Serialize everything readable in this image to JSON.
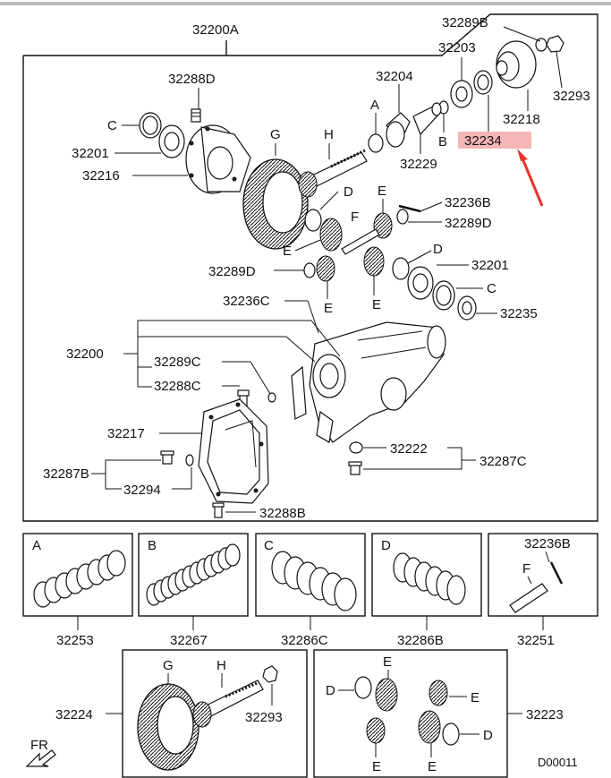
{
  "diagram": {
    "assembly": "32200A",
    "highlight_part": "32234",
    "highlight_color": "#f4b6b6",
    "arrow_color": "#e8342a",
    "footer_code": "D00011",
    "direction_label": "FR",
    "main_labels": {
      "p32289B": "32289B",
      "p32203": "32203",
      "p32293": "32293",
      "p32218": "32218",
      "p32204": "32204",
      "p32288D": "32288D",
      "letterA": "A",
      "letterC": "C",
      "p32201a": "32201",
      "p32216": "32216",
      "letterG": "G",
      "letterH": "H",
      "letterB": "B",
      "p32229": "32229",
      "letterD1": "D",
      "letterE1": "E",
      "p32236B": "32236B",
      "letterF": "F",
      "p32289Da": "32289D",
      "letterE2": "E",
      "letterD2": "D",
      "p32289Db": "32289D",
      "p32201b": "32201",
      "letterC2": "C",
      "p32235": "32235",
      "p32236C": "32236C",
      "letterE3": "E",
      "letterE4": "E",
      "p32200": "32200",
      "p32289C": "32289C",
      "p32288C": "32288C",
      "p32217": "32217",
      "p32222": "32222",
      "p32287C": "32287C",
      "p32287B": "32287B",
      "p32294": "32294",
      "p32288B": "32288B"
    },
    "kits": [
      {
        "letter": "A",
        "part": "32253"
      },
      {
        "letter": "B",
        "part": "32267"
      },
      {
        "letter": "C",
        "part": "32286C"
      },
      {
        "letter": "D",
        "part": "32286B"
      },
      {
        "letter": "F",
        "part": "32251",
        "extra": "32236B"
      }
    ],
    "gear_set": {
      "part": "32224",
      "g": "G",
      "h": "H",
      "nut": "32293"
    },
    "diff_set": {
      "part": "32223",
      "d1": "D",
      "e1": "E",
      "e2": "E",
      "d2": "D",
      "e3": "E",
      "e4": "E"
    }
  }
}
